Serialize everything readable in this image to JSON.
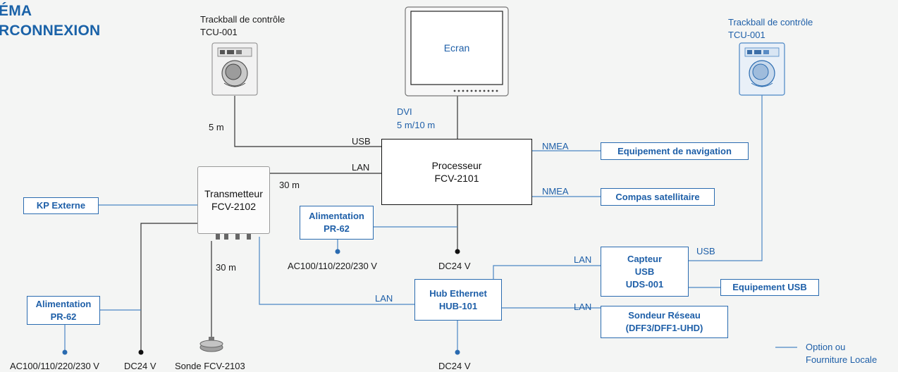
{
  "title": {
    "line1": "ÉMA",
    "line2": "RCONNEXION"
  },
  "trackball_left": {
    "line1": "Trackball de contrôle",
    "line2": "TCU-001"
  },
  "trackball_right": {
    "line1": "Trackball de contrôle",
    "line2": "TCU-001"
  },
  "screen": {
    "label": "Ecran"
  },
  "processor": {
    "line1": "Processeur",
    "line2": "FCV-2101"
  },
  "transmitter": {
    "line1": "Transmetteur",
    "line2": "FCV-2102"
  },
  "nav_equipment": {
    "label": "Equipement de navigation"
  },
  "sat_compass": {
    "label": "Compas satellitaire"
  },
  "kp_externe": {
    "label": "KP Externe"
  },
  "power_mid": {
    "line1": "Alimentation",
    "line2": "PR-62"
  },
  "power_left": {
    "line1": "Alimentation",
    "line2": "PR-62"
  },
  "sensor": {
    "line1": "Capteur",
    "line2": "USB",
    "line3": "UDS-001"
  },
  "usb_equipment": {
    "label": "Equipement USB"
  },
  "hub": {
    "line1": "Hub Ethernet",
    "line2": "HUB-101"
  },
  "sounder": {
    "line1": "Sondeur Réseau",
    "line2": "(DFF3/DFF1-UHD)"
  },
  "labels": {
    "cable_5m": "5 m",
    "dvi": "DVI",
    "dvi_length": "5 m/10 m",
    "usb_proc": "USB",
    "lan_proc": "LAN",
    "cable_30m_lan": "30 m",
    "nmea_nav": "NMEA",
    "nmea_compass": "NMEA",
    "cable_30m_sonde": "30 m",
    "ac_mid": "AC100/110/220/230 V",
    "dc_proc": "DC24 V",
    "lan_hub_tx": "LAN",
    "lan_capteur": "LAN",
    "usb_capteur": "USB",
    "lan_sondeur": "LAN",
    "dc_hub": "DC24 V",
    "ac_left": "AC100/110/220/230 V",
    "dc_left": "DC24 V",
    "sonde": "Sonde FCV-2103"
  },
  "legend": {
    "line1": "Option ou",
    "line2": "Fourniture Locale"
  },
  "colors": {
    "brand_blue": "#1a62a8",
    "option_line": "#4a86c4",
    "standard_line": "#333333"
  }
}
